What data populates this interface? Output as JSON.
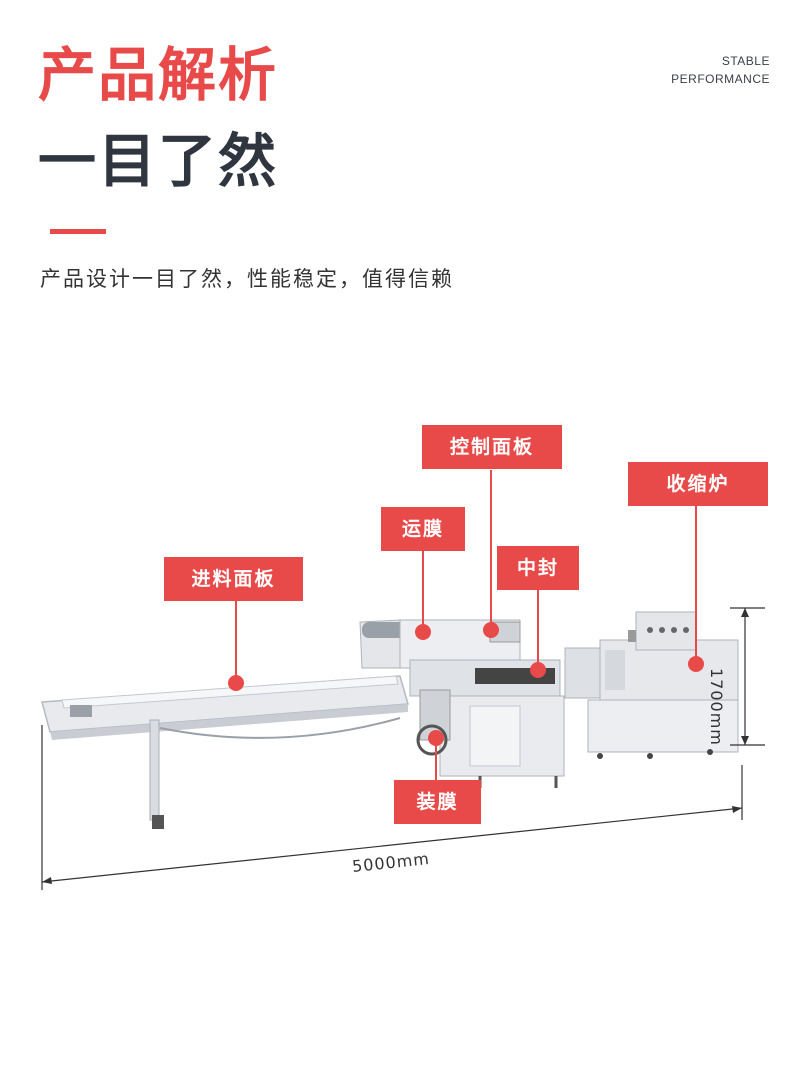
{
  "header": {
    "title_line1": "产品解析",
    "title_line2": "一目了然",
    "tagline_line1": "STABLE",
    "tagline_line2": "PERFORMANCE",
    "subtitle": "产品设计一目了然，性能稳定，值得信赖"
  },
  "callouts": {
    "control_panel": "控制面板",
    "shrink_oven": "收缩炉",
    "film_transport": "运膜",
    "center_seal": "中封",
    "infeed_panel": "进料面板",
    "film_loading": "装膜"
  },
  "dimensions": {
    "height": "1700mm",
    "length": "5000mm"
  },
  "colors": {
    "accent": "#e84a4a",
    "dark": "#2f3640"
  }
}
